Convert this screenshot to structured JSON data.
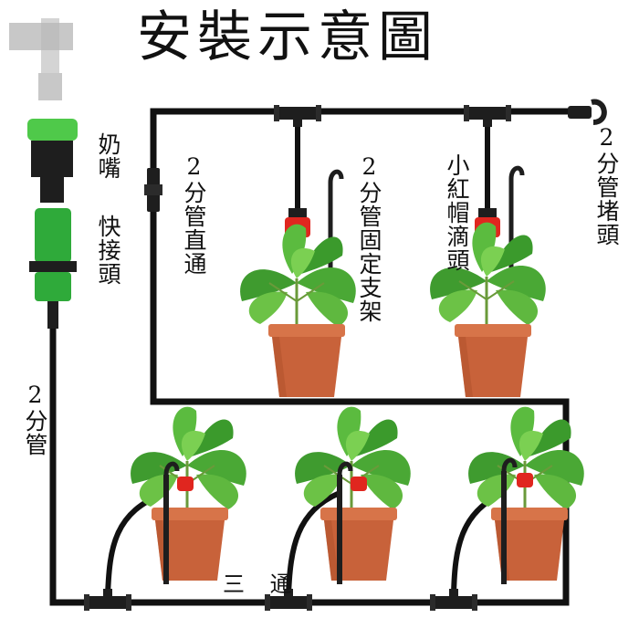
{
  "title": "安裝示意圖",
  "labels": {
    "nipple": "奶嘴",
    "quick_connector": "快接頭",
    "straight_connector": "2分管直通",
    "fixed_stake": "2分管固定支架",
    "red_cap_dripper": "小紅帽滴頭",
    "end_plug": "2分管堵頭",
    "main_pipe": "2分管",
    "tee": "三 通"
  },
  "colors": {
    "pipe": "#111111",
    "connector_green": "#2faa3a",
    "connector_dark": "#1e1e1e",
    "dripper_red": "#e0261f",
    "pot": "#c8623a",
    "pot_rim": "#d77449",
    "leaf": "#3f9b2f",
    "leaf_light": "#6cc246"
  },
  "icons": [
    "faucet-icon",
    "tee-connector-icon",
    "dripper-icon",
    "stake-icon",
    "plant-pot-icon",
    "end-plug-icon"
  ]
}
